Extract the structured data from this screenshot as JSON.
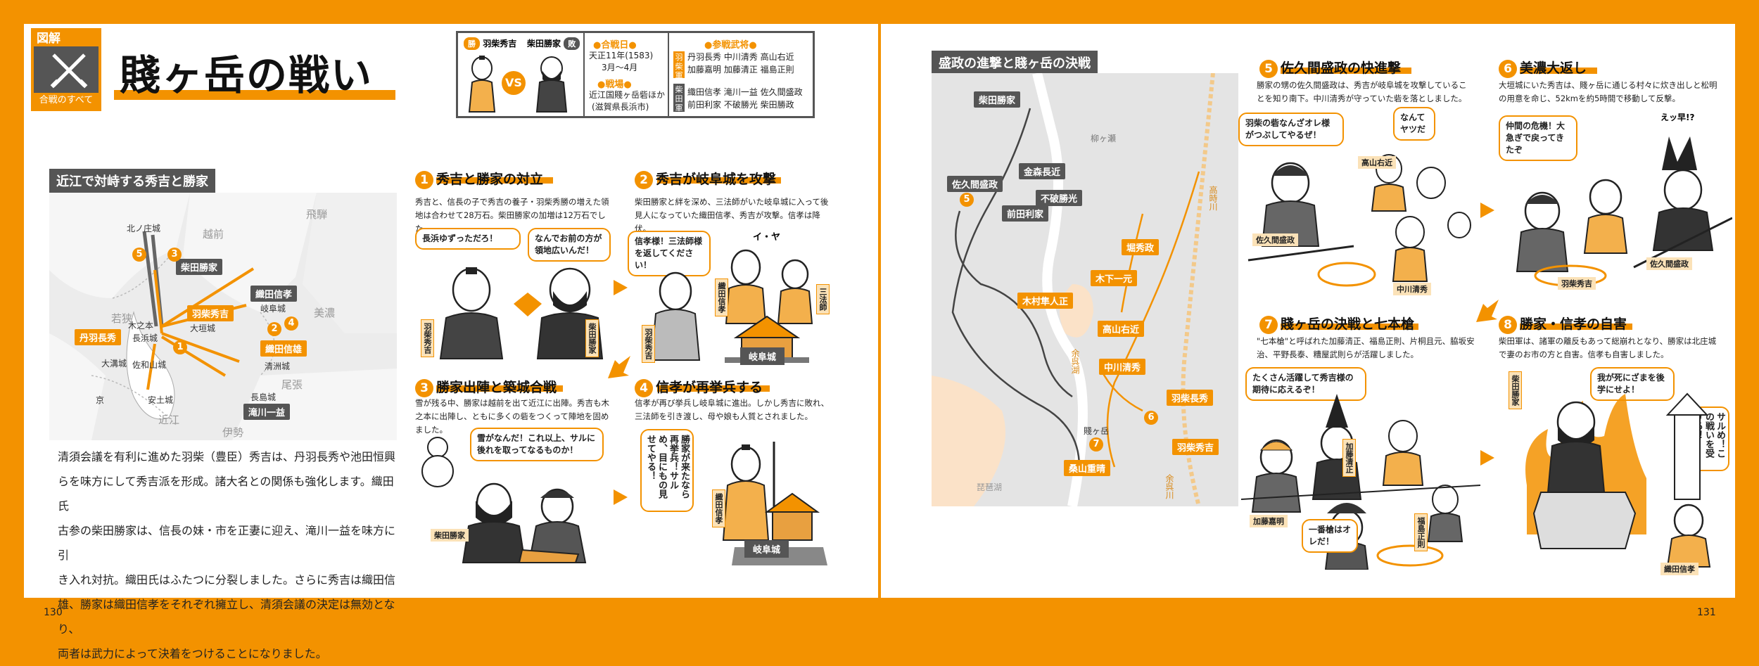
{
  "colors": {
    "accent": "#f39200",
    "dark": "#555555",
    "map_bg": "#e6e6e6"
  },
  "header": {
    "badge_top": "図解",
    "badge_bottom": "合戦のすべて",
    "badge_icon": "crossed-swords-icon",
    "title": "賤ヶ岳の戦い"
  },
  "infobox": {
    "win_mark": "勝",
    "side_a": "羽柴秀吉",
    "lose_mark": "敗",
    "side_b": "柴田勝家",
    "vs": "VS",
    "date_label": "●合戦日●",
    "date": "天正11年(1583)",
    "date2": "3月～4月",
    "place_label": "●戦場●",
    "place": "近江国賤ヶ岳砦ほか",
    "place2": "(滋賀県長浜市)",
    "commanders_label": "●参戦武将●",
    "tag_a": "羽柴軍",
    "commanders_a": "丹羽長秀 中川清秀 高山右近",
    "commanders_a2": "加藤嘉明 加藤清正 福島正則",
    "tag_b": "柴田軍",
    "commanders_b": "織田信孝 滝川一益 佐久間盛政",
    "commanders_b2": "前田利家 不破勝光 柴田勝政"
  },
  "left_map": {
    "heading": "近江で対峙する秀吉と勝家",
    "regions": [
      "飛騨",
      "越前",
      "美濃",
      "若狭",
      "尾張",
      "近江",
      "伊勢"
    ],
    "labels_box": [
      "柴田勝家",
      "織田信孝",
      "滝川一益"
    ],
    "labels_org": [
      "羽柴秀吉",
      "丹羽長秀",
      "織田信雄"
    ],
    "places": [
      "北ノ庄城",
      "木之本",
      "長浜城",
      "大垣城",
      "岐阜城",
      "佐和山城",
      "大溝城",
      "清洲城",
      "安土城",
      "長島城",
      "京"
    ],
    "numbers": [
      "5",
      "3",
      "2",
      "4",
      "1"
    ]
  },
  "left_text": {
    "para1": "清須会議を有利に進めた羽柴（豊臣）秀吉は、丹羽長秀や池田恒興",
    "para2": "らを味方にして秀吉派を形成。諸大名との関係も強化します。織田氏",
    "para3": "古参の柴田勝家は、信長の妹・市を正妻に迎え、滝川一益を味方に引",
    "para4": "き入れ対抗。織田氏はふたつに分裂しました。さらに秀吉は織田信",
    "para5": "雄、勝家は織田信孝をそれぞれ擁立し、清須会議の決定は無効となり、",
    "para6": "両者は武力によって決着をつけることになりました。"
  },
  "sections": {
    "s1": {
      "n": "1",
      "title": "秀吉と勝家の対立",
      "body": "秀吉と、信長の子で秀吉の養子・羽柴秀勝の増えた領地は合わせて28万石。柴田勝家の加増は12万石でした。"
    },
    "s2": {
      "n": "2",
      "title": "秀吉が岐阜城を攻撃",
      "body": "柴田勝家と絆を深め、三法師がいた岐阜城に入って後見人になっていた織田信孝、秀吉が攻撃。信孝は降伏。"
    },
    "s3": {
      "n": "3",
      "title": "勝家出陣と築城合戦",
      "body": "雪が残る中、勝家は越前を出て近江に出陣。秀吉も木之本に出陣し、ともに多くの砦をつくって陣地を固めました。"
    },
    "s4": {
      "n": "4",
      "title": "信孝が再挙兵する",
      "body": "信孝が再び挙兵し岐阜城に進出。しかし秀吉に敗れ、三法師を引き渡し、母や娘も人質とされました。"
    },
    "s5": {
      "n": "5",
      "title": "佐久間盛政の快進撃",
      "body": "勝家の甥の佐久間盛政は、秀吉が岐阜城を攻撃していることを知り南下。中川清秀が守っていた砦を落としました。"
    },
    "s6": {
      "n": "6",
      "title": "美濃大返し",
      "body": "大垣城にいた秀吉は、賤ヶ岳に通じる村々に炊き出しと松明の用意を命じ、52kmを約5時間で移動して反撃。"
    },
    "s7": {
      "n": "7",
      "title": "賤ヶ岳の決戦と七本槍",
      "body": "\"七本槍\"と呼ばれた加藤清正、福島正則、片桐且元、脇坂安治、平野長泰、糟屋武則らが活躍しました。"
    },
    "s8": {
      "n": "8",
      "title": "勝家・信孝の自害",
      "body": "柴田軍は、諸軍の離反もあって総崩れとなり、勝家は北庄城で妻のお市の方と自害。信孝も自害しました。"
    }
  },
  "bubbles": {
    "b1a": "長浜ゆずっただろ！",
    "b1b": "なんでお前の方が領地広いんだ！",
    "b2a": "信孝様！三法師様を返してください！",
    "b2b": "イ・ヤ",
    "b3a": "雪がなんだ！これ以上、サルに後れを取ってなるものか！",
    "b4a": "勝家が来たなら再挙兵！サルめ、目にもの見せてやる！",
    "b5a": "羽柴の砦なんざオレ様がつぶしてやるぜ！",
    "b5b": "なんてヤツだ",
    "b6a": "仲間の危機！大急ぎで戻ってきたぞ",
    "b6b": "えッ早!?",
    "b7a": "たくさん活躍して秀吉様の期待に応えるぞ！",
    "b7b": "一番槍はオレだ！",
    "b8a": "我が死にざまを後学にせよ！",
    "b8b": "サルめ！この戦いを受けろ！"
  },
  "names": {
    "hideyoshi": "羽柴秀吉",
    "katsuie": "柴田勝家",
    "nobutaka": "織田信孝",
    "sanboshi": "三法師",
    "gifu": "岐阜城",
    "sakuma": "佐久間盛政",
    "takayama": "高山右近",
    "nakagawa": "中川清秀",
    "kato_y": "加藤嘉明",
    "kato_k": "加藤清正",
    "fukushima": "福島正則"
  },
  "right_map": {
    "heading": "盛政の進撃と賤ヶ岳の決戦",
    "labels_box": [
      "柴田勝家",
      "佐久間盛政",
      "金森長近",
      "不破勝光",
      "前田利家"
    ],
    "labels_org": [
      "堀秀政",
      "木下一元",
      "木村隼人正",
      "高山右近",
      "中川清秀",
      "羽柴長秀",
      "羽柴秀吉",
      "桑山重晴"
    ],
    "places": [
      "柳ヶ瀬",
      "高時川",
      "賤ヶ岳",
      "余呉湖",
      "琵琶湖",
      "余呉川"
    ],
    "numbers": [
      "5",
      "6",
      "7"
    ]
  },
  "page_numbers": {
    "left": "130",
    "right": "131"
  }
}
